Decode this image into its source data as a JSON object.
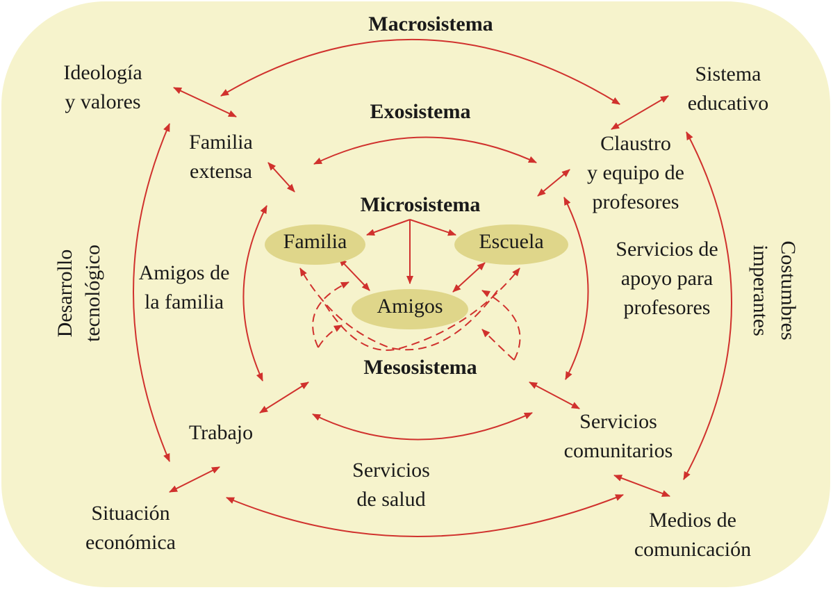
{
  "levels": {
    "macro": "Macrosistema",
    "exo": "Exosistema",
    "micro": "Microsistema",
    "meso": "Mesosistema"
  },
  "micro_nodes": {
    "family": "Familia",
    "school": "Escuela",
    "friends": "Amigos"
  },
  "exo_nodes": {
    "extended_family": [
      "Familia",
      "extensa"
    ],
    "faculty": [
      "Claustro",
      "y equipo de",
      "profesores"
    ],
    "family_friends": [
      "Amigos de",
      "la familia"
    ],
    "teacher_support": [
      "Servicios de",
      "apoyo para",
      "profesores"
    ],
    "work": "Trabajo",
    "community_services": [
      "Servicios",
      "comunitarios"
    ],
    "health_services": [
      "Servicios",
      "de salud"
    ]
  },
  "macro_nodes": {
    "ideology": [
      "Ideología",
      "y valores"
    ],
    "education_system": [
      "Sistema",
      "educativo"
    ],
    "tech_development": [
      "Desarrollo",
      "tecnológico"
    ],
    "customs": [
      "Costumbres",
      "imperantes"
    ],
    "economic_situation": [
      "Situación",
      "económica"
    ],
    "media": [
      "Medios de",
      "comunicación"
    ]
  },
  "colors": {
    "background": "#f6f3cc",
    "ellipse_fill": "#dfd68a",
    "arrow": "#d0312d",
    "text": "#1a1a1a"
  }
}
